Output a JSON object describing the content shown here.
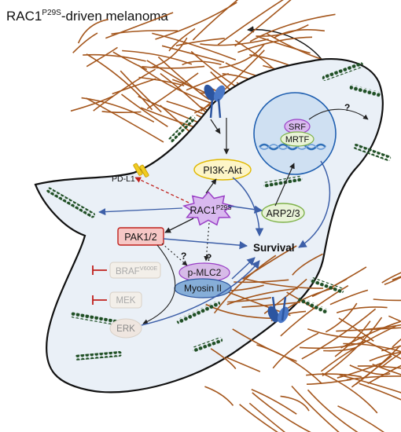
{
  "title": {
    "main": "RAC1",
    "sup": "P29S",
    "rest": "-driven melanoma"
  },
  "nodes": {
    "pi3k": "PI3K-Akt",
    "pdl1": "PD-L1",
    "rac1": "RAC1",
    "rac1_sup": "P29S",
    "arp": "ARP2/3",
    "pak": "PAK1/2",
    "survival": "Survival",
    "braf": "BRAF",
    "braf_sup": "V600E",
    "mek": "MEK",
    "erk": "ERK",
    "pmlc2": "p-MLC2",
    "myosin": "Myosin II",
    "srf": "SRF",
    "mrtf": "MRTF",
    "q_nucleus": "?",
    "q_pak": "?",
    "q_rac": "?"
  },
  "colors": {
    "cell_fill": "#eaf0f7",
    "cell_stroke": "#111111",
    "pi3k_fill": "#fdf5c7",
    "pi3k_stroke": "#e0b800",
    "rac_fill": "#d9b9ef",
    "rac_stroke": "#9a3fc6",
    "pak_fill": "#f6c7c5",
    "pak_stroke": "#c0201c",
    "arp_fill": "#e9f3d8",
    "arp_stroke": "#7fb24a",
    "pmlc2_fill": "#d7bbe8",
    "myosin_fill": "#86aed8",
    "nucleus_fill": "#cfe0f2",
    "nucleus_stroke": "#1f5fb0",
    "arrow_blue": "#3d5fa8",
    "inhibit_red": "#c0201c",
    "fiber": "#a4561c",
    "actin": "#1f4f24",
    "receptor": "#2c55a0",
    "pdl1": "#f1cc22"
  }
}
